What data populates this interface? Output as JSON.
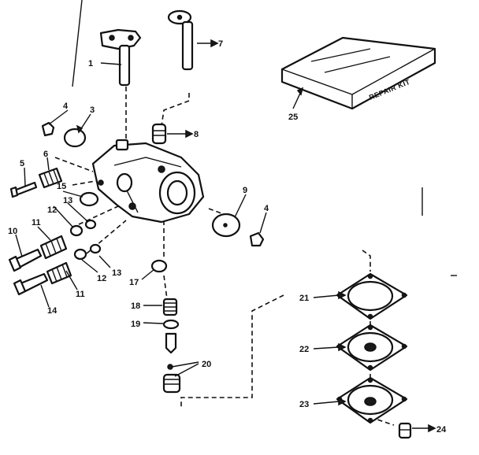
{
  "diagram": {
    "kit_label": "REPAIR KIT",
    "callouts": [
      {
        "id": "c1",
        "text": "1"
      },
      {
        "id": "c3",
        "text": "3"
      },
      {
        "id": "c4a",
        "text": "4"
      },
      {
        "id": "c4b",
        "text": "4"
      },
      {
        "id": "c5",
        "text": "5"
      },
      {
        "id": "c6",
        "text": "6"
      },
      {
        "id": "c7",
        "text": "7"
      },
      {
        "id": "c8",
        "text": "8"
      },
      {
        "id": "c9",
        "text": "9"
      },
      {
        "id": "c10",
        "text": "10"
      },
      {
        "id": "c11a",
        "text": "11"
      },
      {
        "id": "c11b",
        "text": "11"
      },
      {
        "id": "c12a",
        "text": "12"
      },
      {
        "id": "c12b",
        "text": "12"
      },
      {
        "id": "c13a",
        "text": "13"
      },
      {
        "id": "c13b",
        "text": "13"
      },
      {
        "id": "c14",
        "text": "14"
      },
      {
        "id": "c15",
        "text": "15"
      },
      {
        "id": "c17",
        "text": "17"
      },
      {
        "id": "c18",
        "text": "18"
      },
      {
        "id": "c19",
        "text": "19"
      },
      {
        "id": "c20",
        "text": "20"
      },
      {
        "id": "c21",
        "text": "21"
      },
      {
        "id": "c22",
        "text": "22"
      },
      {
        "id": "c23",
        "text": "23"
      },
      {
        "id": "c24",
        "text": "24"
      },
      {
        "id": "c25",
        "text": "25"
      }
    ]
  }
}
